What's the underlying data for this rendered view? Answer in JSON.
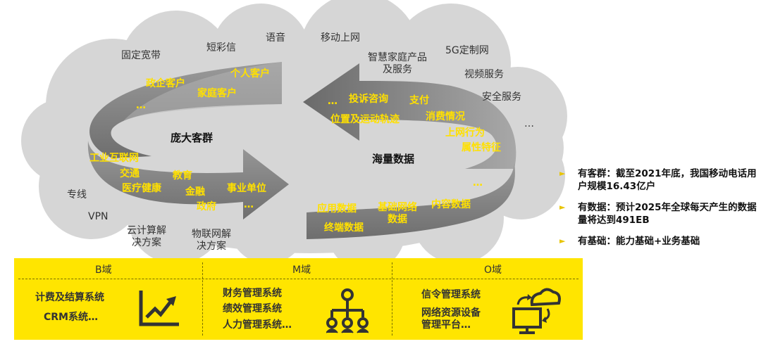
{
  "left_cycle": {
    "center": "庞大客群",
    "top_labels": [
      "政企客户",
      "个人客户",
      "家庭客户",
      "…"
    ],
    "bottom_labels": [
      "工业互联网",
      "交通",
      "医疗健康",
      "教育",
      "金融",
      "政府",
      "事业单位",
      "…"
    ],
    "outer_labels": [
      "固定宽带",
      "短彩信",
      "语音",
      "专线",
      "VPN",
      "云计算解\n决方案",
      "物联网解\n决方案"
    ]
  },
  "right_cycle": {
    "center": "海量数据",
    "top_labels": [
      "…",
      "投诉咨询",
      "支付",
      "位置及运动轨迹",
      "消费情况",
      "上网行为",
      "属性特征",
      "…"
    ],
    "bottom_labels": [
      "应用数据",
      "基础网络\n数据",
      "内容数据",
      "终端数据"
    ],
    "outer_labels": [
      "移动上网",
      "智慧家庭产品\n及服务",
      "5G定制网",
      "视频服务",
      "安全服务",
      "…"
    ]
  },
  "bullets": [
    "有客群：截至2021年底，我国移动电话用户规模16.43亿户",
    "有数据：预计2025年全球每天产生的数据量将达到491EB",
    "有基础：能力基础+业务基础"
  ],
  "domains": [
    {
      "title": "B域",
      "systems": [
        "计费及结算系统",
        "CRM系统…"
      ],
      "icon": "chart-trend-icon"
    },
    {
      "title": "M域",
      "systems": [
        "财务管理系统",
        "绩效管理系统",
        "人力管理系统…"
      ],
      "icon": "org-hierarchy-icon"
    },
    {
      "title": "O域",
      "systems": [
        "信令管理系统",
        "网络资源设备\n管理平台…"
      ],
      "icon": "cloud-computer-icon"
    }
  ],
  "colors": {
    "accent_yellow": "#FFE500",
    "label_yellow": "#FFE000",
    "arrow_gray": "#808080",
    "cloud_gray": "#D6D6D6"
  }
}
